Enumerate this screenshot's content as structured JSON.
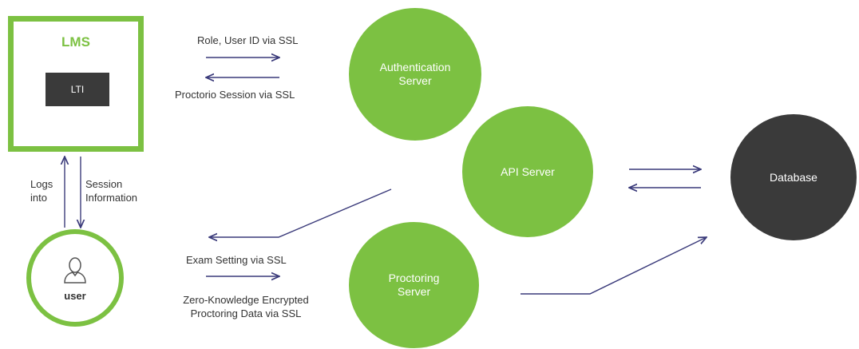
{
  "lms": {
    "title": "LMS",
    "lti": "LTI"
  },
  "user": {
    "label": "user",
    "icon": "user-icon"
  },
  "servers": {
    "auth": {
      "line1": "Authentication",
      "line2": "Server"
    },
    "api": {
      "line1": "API Server"
    },
    "proctoring": {
      "line1": "Proctoring",
      "line2": "Server"
    },
    "database": {
      "line1": "Database"
    }
  },
  "flows": {
    "role_user_id": "Role, User ID via SSL",
    "proctorio_session": "Proctorio Session via SSL",
    "logs_into": {
      "line1": "Logs",
      "line2": "into"
    },
    "session_information": {
      "line1": "Session",
      "line2": "Information"
    },
    "exam_setting": "Exam Setting via SSL",
    "zero_knowledge": {
      "line1": "Zero-Knowledge Encrypted",
      "line2": "Proctoring Data via SSL"
    }
  },
  "colors": {
    "green": "#7cc142",
    "dark": "#3a3a3a",
    "arrow": "#3a3a7a"
  }
}
